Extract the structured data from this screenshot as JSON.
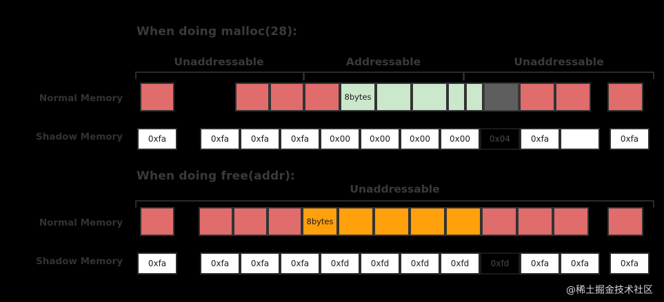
{
  "theme": {
    "background": "#000000",
    "red": "#e06c6c",
    "green": "#cce8cc",
    "orange": "#ffa00c",
    "gray": "#5e5e5e",
    "shadow_fill": "#ffffff",
    "text": "#3a3a3a"
  },
  "watermark": "@稀土掘金技术社区",
  "row_labels": {
    "normal_memory": "Normal Memory",
    "shadow_memory": "Shadow Memory"
  },
  "sections": [
    {
      "id": "malloc",
      "title": "When doing malloc(28):",
      "regions": [
        {
          "label": "Unaddressable"
        },
        {
          "label": "Addressable"
        },
        {
          "label": "Unaddressable"
        }
      ],
      "normal_memory": [
        {
          "color": "red",
          "label": ""
        },
        {
          "color": "red",
          "label": ""
        },
        {
          "color": "red",
          "label": ""
        },
        {
          "color": "red",
          "label": ""
        },
        {
          "color": "green",
          "label": "8bytes"
        },
        {
          "color": "green",
          "label": ""
        },
        {
          "color": "green",
          "label": ""
        },
        {
          "color": "green",
          "label": ""
        },
        {
          "color": "green",
          "label": ""
        },
        {
          "color": "gray",
          "label": ""
        },
        {
          "color": "red",
          "label": ""
        },
        {
          "color": "red",
          "label": ""
        },
        {
          "color": "red",
          "label": ""
        },
        {
          "color": "red",
          "label": ""
        }
      ],
      "shadow_memory": [
        {
          "value": "0xfa",
          "style": "plain"
        },
        {
          "value": "0xfa",
          "style": "plain"
        },
        {
          "value": "0xfa",
          "style": "plain"
        },
        {
          "value": "0xfa",
          "style": "plain"
        },
        {
          "value": "0x00",
          "style": "plain"
        },
        {
          "value": "0x00",
          "style": "plain"
        },
        {
          "value": "0x00",
          "style": "plain"
        },
        {
          "value": "0x00",
          "style": "plain"
        },
        {
          "value": "0x04",
          "style": "dark"
        },
        {
          "value": "0xfa",
          "style": "plain"
        },
        {
          "value": "",
          "style": "empty"
        },
        {
          "value": "0xfa",
          "style": "plain"
        },
        {
          "value": "0xfa",
          "style": "plain"
        }
      ]
    },
    {
      "id": "free",
      "title": "When doing free(addr):",
      "regions": [
        {
          "label": "Unaddressable"
        }
      ],
      "normal_memory": [
        {
          "color": "red",
          "label": ""
        },
        {
          "color": "red",
          "label": ""
        },
        {
          "color": "red",
          "label": ""
        },
        {
          "color": "red",
          "label": ""
        },
        {
          "color": "orange",
          "label": "8bytes"
        },
        {
          "color": "orange",
          "label": ""
        },
        {
          "color": "orange",
          "label": ""
        },
        {
          "color": "orange",
          "label": ""
        },
        {
          "color": "orange",
          "label": ""
        },
        {
          "color": "red",
          "label": ""
        },
        {
          "color": "red",
          "label": ""
        },
        {
          "color": "red",
          "label": ""
        },
        {
          "color": "red",
          "label": ""
        }
      ],
      "shadow_memory": [
        {
          "value": "0xfa",
          "style": "plain"
        },
        {
          "value": "0xfa",
          "style": "plain"
        },
        {
          "value": "0xfa",
          "style": "plain"
        },
        {
          "value": "0xfa",
          "style": "plain"
        },
        {
          "value": "0xfd",
          "style": "plain"
        },
        {
          "value": "0xfd",
          "style": "plain"
        },
        {
          "value": "0xfd",
          "style": "plain"
        },
        {
          "value": "0xfd",
          "style": "plain"
        },
        {
          "value": "0xfd",
          "style": "dark"
        },
        {
          "value": "0xfa",
          "style": "plain"
        },
        {
          "value": "0xfa",
          "style": "plain"
        },
        {
          "value": "0xfa",
          "style": "plain"
        },
        {
          "value": "0xfa",
          "style": "plain"
        }
      ]
    }
  ]
}
